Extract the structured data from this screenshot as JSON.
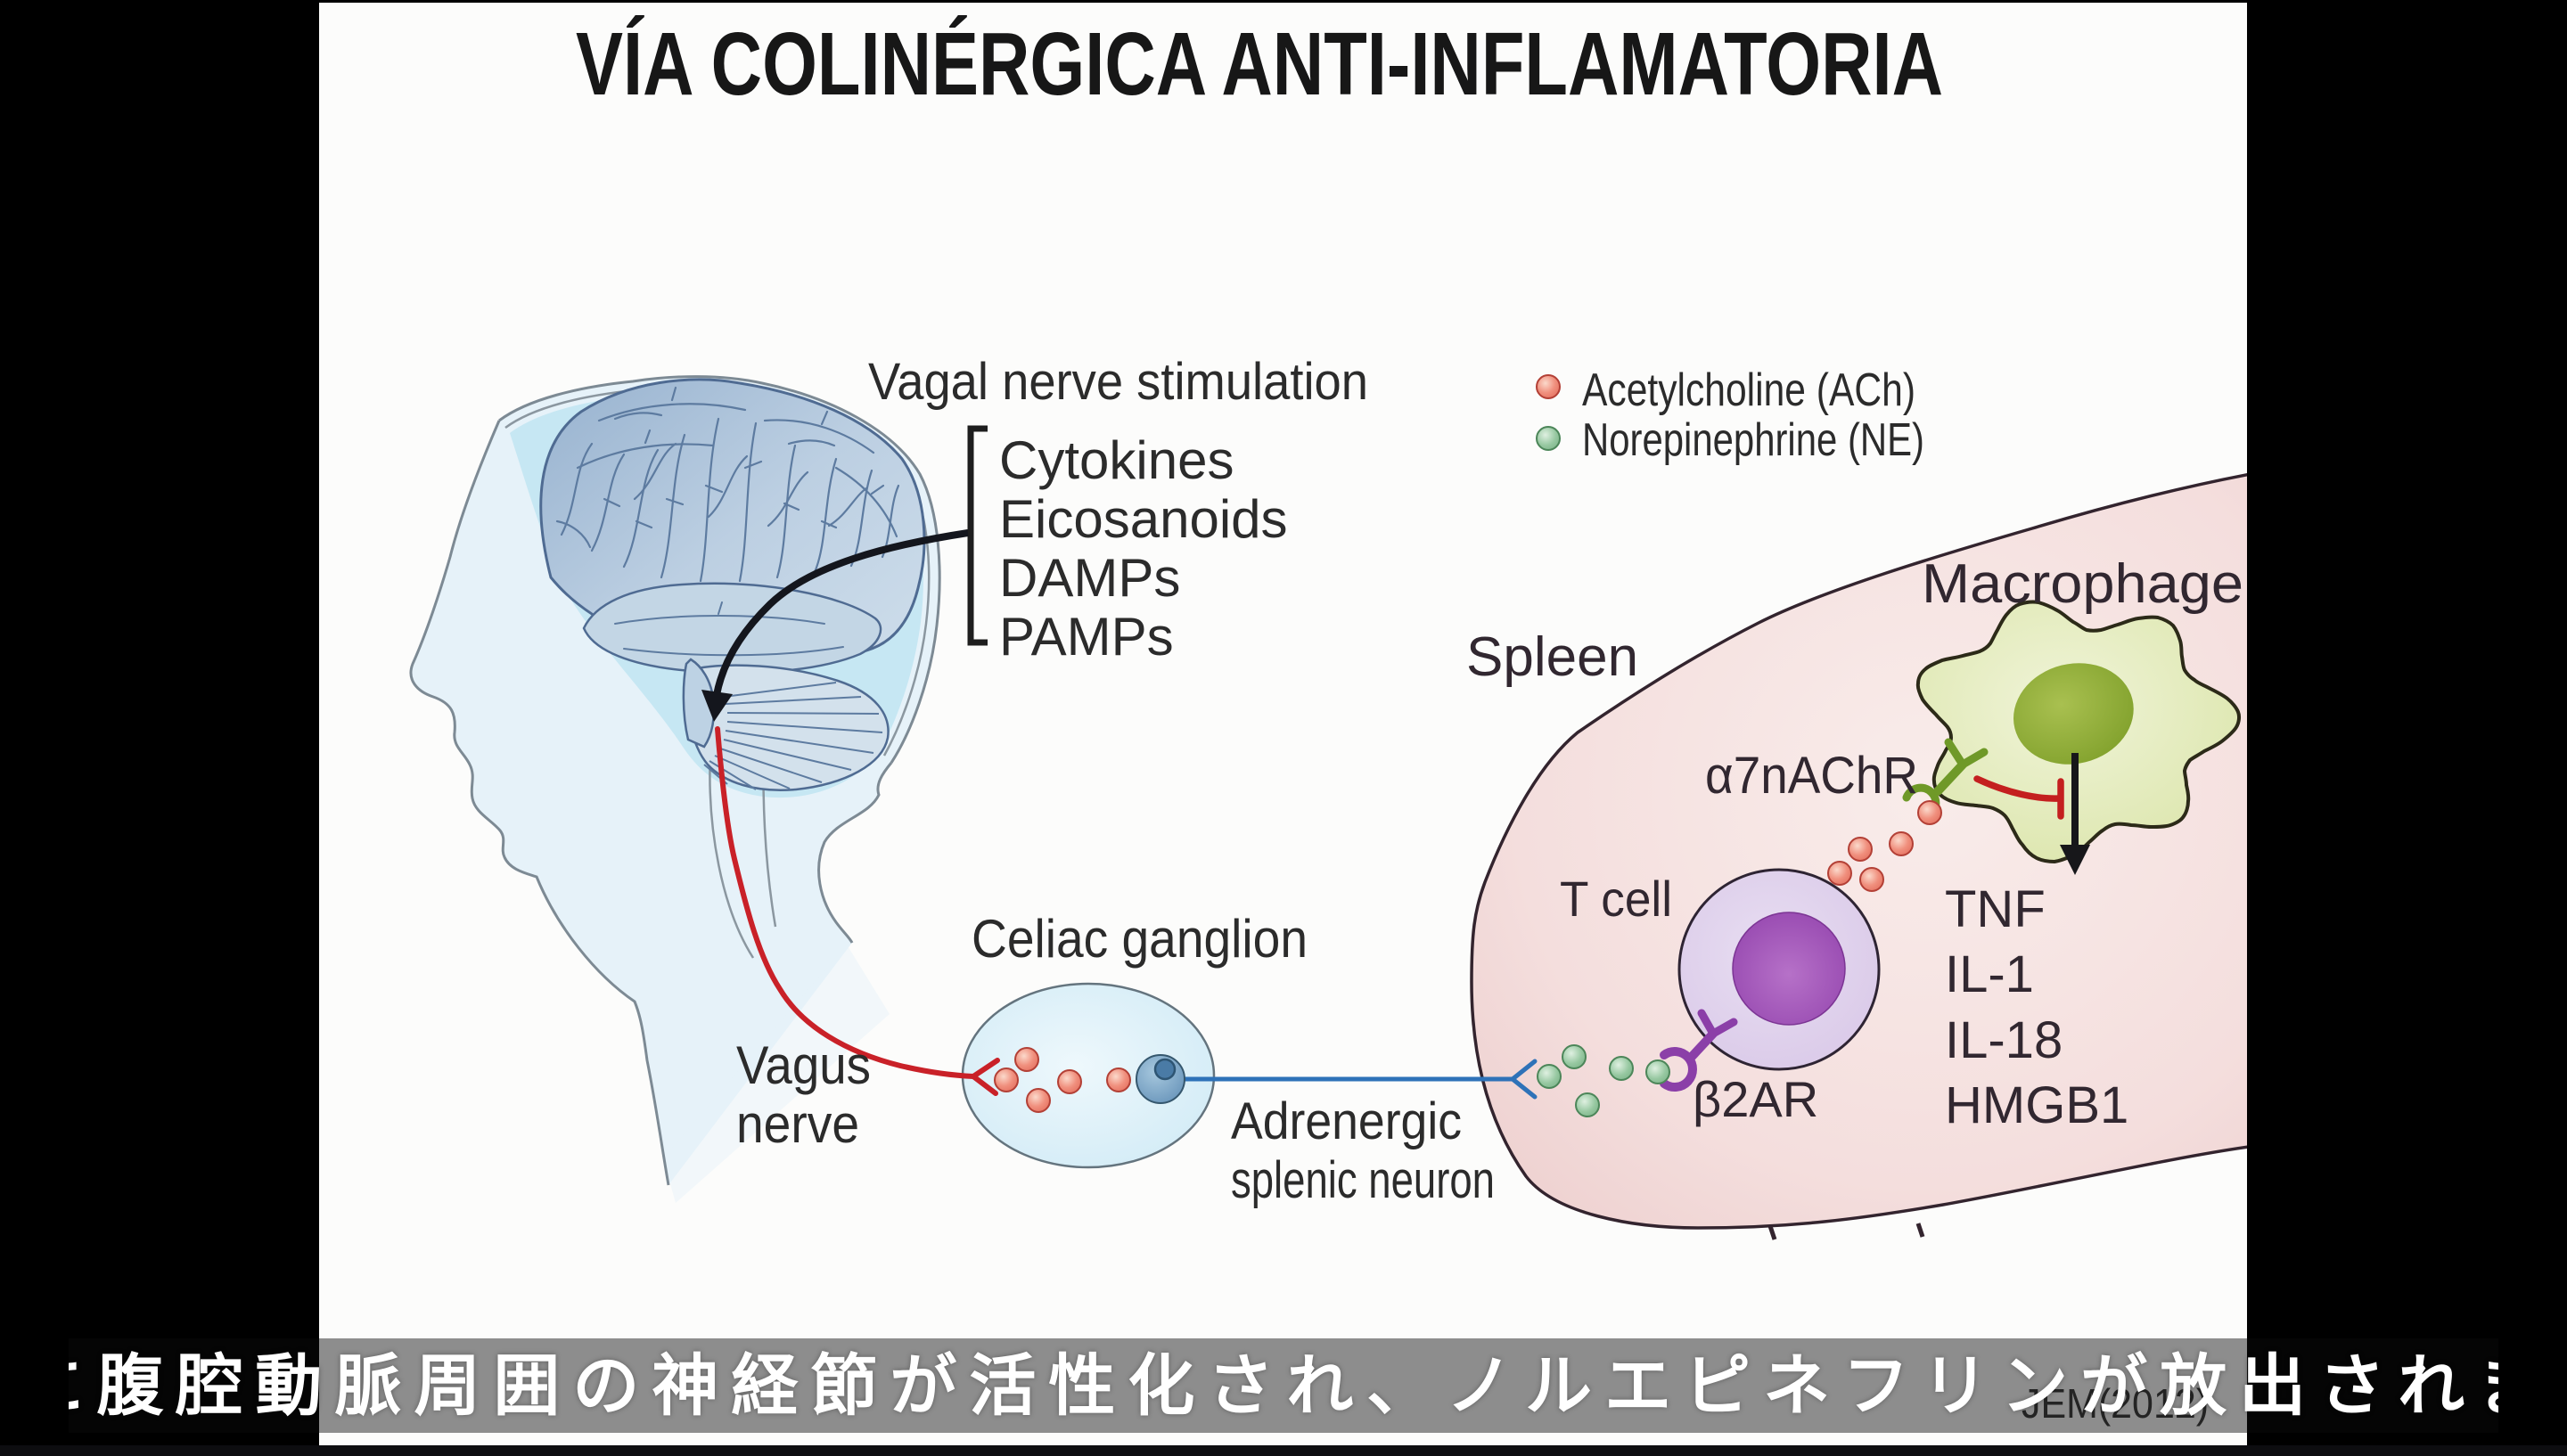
{
  "subtitle": {
    "text": "さらに腹腔動脈周囲の神経節が活性化され、ノルエピネフリンが放出されます。"
  },
  "slide": {
    "title": "VÍA COLINÉRGICA ANTI-INFLAMATORIA",
    "credit": "JEM(2012)",
    "vagal": {
      "heading": "Vagal nerve stimulation",
      "items": [
        "Cytokines",
        "Eicosanoids",
        "DAMPs",
        "PAMPs"
      ]
    },
    "legend": {
      "ach": "Acetylcholine (ACh)",
      "ne": "Norepinephrine (NE)"
    },
    "labels": {
      "spleen": "Spleen",
      "macrophage": "Macrophage",
      "a7nachr": "α7nAChR",
      "tcell": "T cell",
      "b2ar": "β2AR",
      "celiac_ganglion": "Celiac ganglion",
      "vagus_line1": "Vagus",
      "vagus_line2": "nerve",
      "adrenergic_line1": "Adrenergic",
      "adrenergic_line2": "splenic neuron"
    },
    "cytokines_released": [
      "TNF",
      "IL-1",
      "IL-18",
      "HMGB1"
    ]
  },
  "colors": {
    "letterbox": "#000000",
    "slide_bg": "#fcfcfb",
    "subtitle_bg": "rgba(10,10,10,0.46)",
    "subtitle_text": "#ffffff",
    "ach_dot": "#ef8a77",
    "ne_dot": "#93c69d",
    "vagus_nerve_red": "#c92128",
    "adrenergic_axon_blue": "#2e72b8",
    "inhibition_red": "#c41f1f",
    "brain_blue": "#b7ccdf",
    "spleen_pink": "#f3dcda",
    "macrophage_green": "#dde7ad",
    "tcell_purple": "#d6c5e6",
    "ganglion_blue": "#cfe9f5"
  }
}
